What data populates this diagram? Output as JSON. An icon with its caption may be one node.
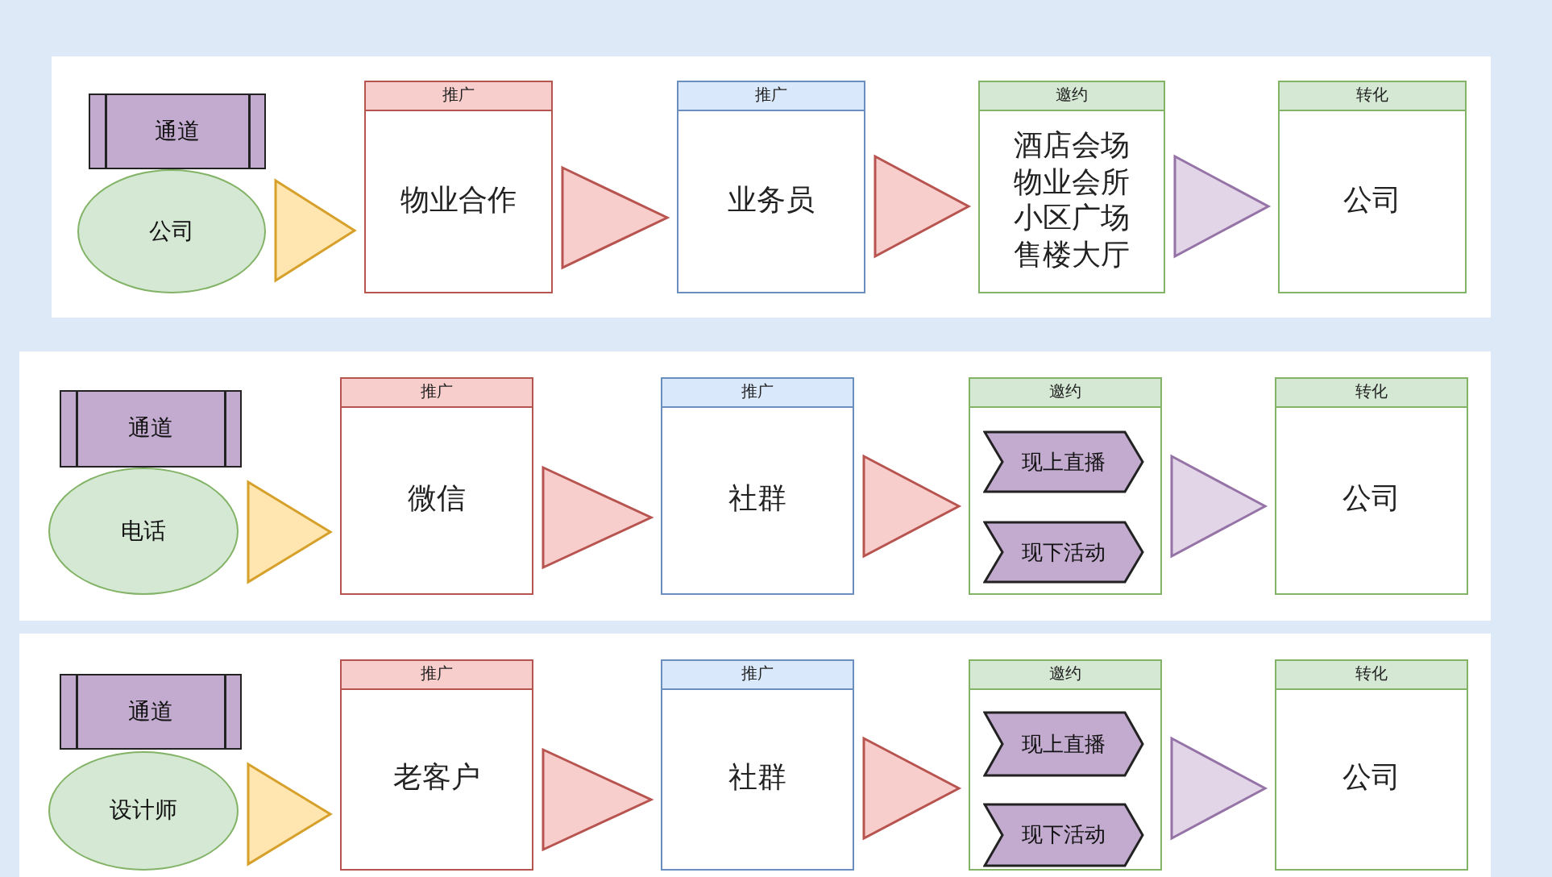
{
  "diagram": {
    "nodes": [
      {
        "text": [
          "通道"
        ]
      },
      {
        "text": [
          "公司"
        ]
      },
      {
        "text": [
          "推广",
          "物业合作"
        ]
      },
      {
        "text": [
          "推广",
          "业务员"
        ]
      },
      {
        "text": [
          "邀约",
          "酒店会场物业会所小区广场售楼大厅"
        ]
      },
      {
        "text": [
          "转化",
          "公司"
        ]
      },
      {
        "text": [
          "通道"
        ]
      },
      {
        "text": [
          "电话"
        ]
      },
      {
        "text": [
          "推广",
          "微信"
        ]
      },
      {
        "text": [
          "推广",
          "社群"
        ]
      },
      {
        "text": [
          "邀约"
        ]
      },
      {
        "text": [
          "现上直播"
        ],
        "in": 10
      },
      {
        "text": [
          "现下活动"
        ],
        "in": 10
      },
      {
        "text": [
          "转化",
          "公司"
        ]
      },
      {
        "text": [
          "通道"
        ]
      },
      {
        "text": [
          "设计师"
        ]
      },
      {
        "text": [
          "推广",
          "老客户"
        ]
      },
      {
        "text": [
          "推广",
          "社群"
        ]
      },
      {
        "text": [
          "邀约"
        ]
      },
      {
        "text": [
          "现上直播"
        ],
        "in": 18
      },
      {
        "text": [
          "现下活动"
        ],
        "in": 18
      },
      {
        "text": [
          "转化",
          "公司"
        ]
      }
    ],
    "edges": [
      {
        "from": 1,
        "to": 2,
        "arrow": "to",
        "color": "#d6a02a"
      },
      {
        "from": 2,
        "to": 3,
        "arrow": "to"
      },
      {
        "from": 3,
        "to": 4,
        "arrow": "to"
      },
      {
        "from": 4,
        "to": 5,
        "arrow": "to",
        "color": "#9673a6"
      },
      {
        "from": 7,
        "to": 8,
        "arrow": "to",
        "color": "#d6a02a"
      },
      {
        "from": 8,
        "to": 9,
        "arrow": "to"
      },
      {
        "from": 9,
        "to": 10,
        "arrow": "to"
      },
      {
        "from": 10,
        "to": 13,
        "arrow": "to",
        "color": "#9673a6"
      },
      {
        "from": 15,
        "to": 16,
        "arrow": "to",
        "color": "#d6a02a"
      },
      {
        "from": 16,
        "to": 17,
        "arrow": "to"
      },
      {
        "from": 17,
        "to": 18,
        "arrow": "to"
      },
      {
        "from": 18,
        "to": 21,
        "arrow": "to",
        "color": "#9673a6"
      }
    ]
  }
}
